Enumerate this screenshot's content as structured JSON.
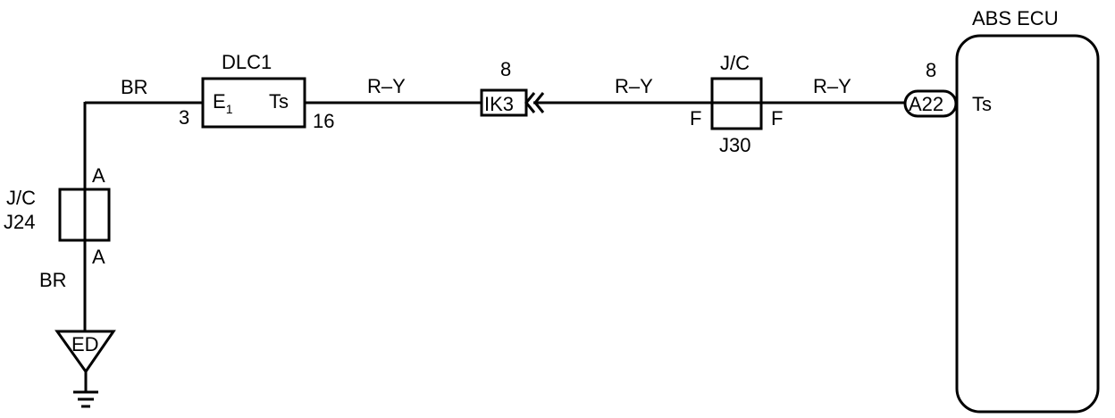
{
  "wires": {
    "br_top": "BR",
    "br_bottom": "BR",
    "ry_1": "R–Y",
    "ry_2": "R–Y",
    "ry_3": "R–Y"
  },
  "dlc1": {
    "title": "DLC1",
    "left_terminal": "E",
    "left_terminal_sub": "1",
    "right_terminal": "Ts",
    "left_pin": "3",
    "right_pin": "16"
  },
  "ik3": {
    "pin": "8",
    "label": "IK3"
  },
  "jc_j30": {
    "title": "J/C",
    "name": "J30",
    "left_pin": "F",
    "right_pin": "F"
  },
  "jc_j24": {
    "title": "J/C",
    "name": "J24",
    "top_pin": "A",
    "bottom_pin": "A"
  },
  "a22": {
    "pin": "8",
    "label": "A22"
  },
  "abs_ecu": {
    "title": "ABS ECU",
    "terminal": "Ts"
  },
  "ground": {
    "label": "ED"
  }
}
